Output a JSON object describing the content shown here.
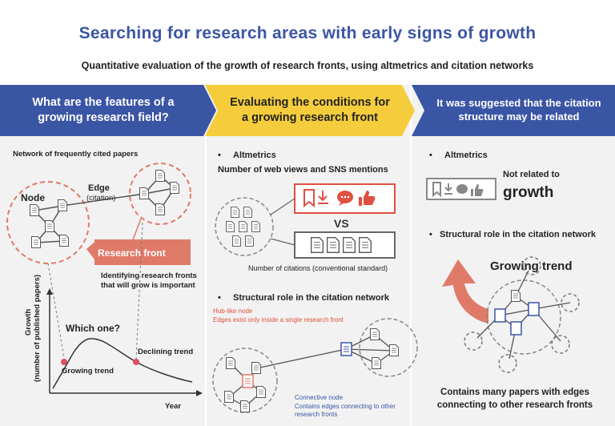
{
  "title": "Searching for research areas with early signs of growth",
  "subtitle": "Quantitative evaluation of the growth of research fronts, using altmetrics and citation networks",
  "col1": {
    "header": "What are the features of a growing research field?",
    "network_label": "Network of frequently cited papers",
    "node_label": "Node",
    "edge_label": "Edge",
    "edge_sub": "(citation)",
    "research_front": "Research front",
    "identify_text": "Identifying research fronts that will grow is important",
    "which_one": "Which one?",
    "declining": "Declining trend",
    "growing": "Growing trend",
    "ylabel_1": "Growth",
    "ylabel_2": "(number of published papers)",
    "xlabel": "Year"
  },
  "col2": {
    "header": "Evaluating the conditions for a growing research front",
    "altmetrics_title": "Altmetrics",
    "altmetrics_desc": "Number of web views and SNS mentions",
    "vs": "VS",
    "citations_caption": "Number of citations (conventional standard)",
    "structural_title": "Structural role in the citation network",
    "hub_node": "Hub-like node",
    "hub_desc": "Edges exist only inside a single research front",
    "connective_node": "Connective node",
    "connective_desc": "Contains edges connecting to other research fronts",
    "bullet": "•"
  },
  "col3": {
    "header": "It was suggested that the citation structure may be related",
    "altmetrics_title": "Altmetrics",
    "not_related": "Not related to",
    "growth": "growth",
    "structural_title": "Structural role in the citation network",
    "growing_trend": "Growing trend",
    "contains": "Contains many papers with edges connecting to other research fronts",
    "bullet": "•"
  },
  "colors": {
    "blue": "#3b55a5",
    "yellow": "#f5cd3c",
    "red": "#e05040",
    "salmon": "#e07a68",
    "gray": "#666666"
  }
}
